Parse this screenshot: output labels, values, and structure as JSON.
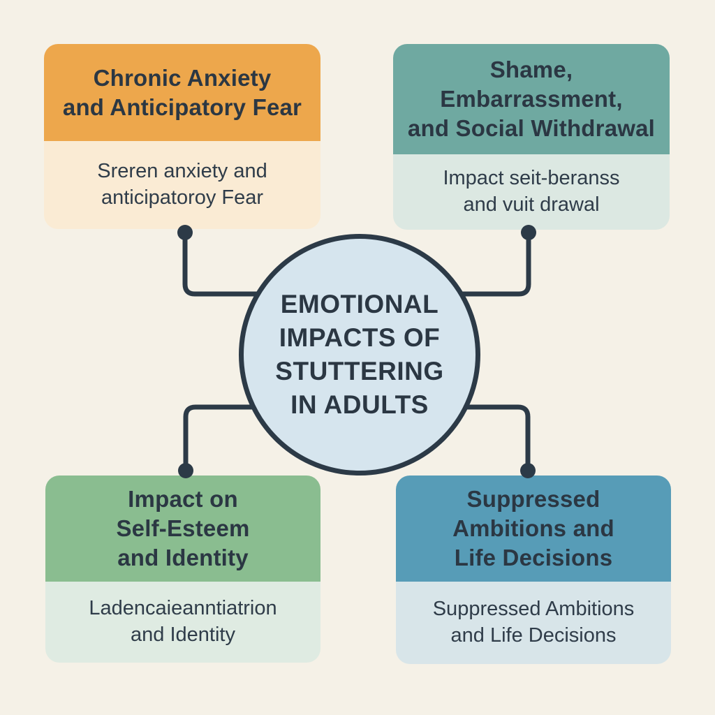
{
  "diagram": {
    "center": {
      "title_lines": [
        "EMOTIONAL",
        "IMPACTS OF",
        "STUTTERING",
        "IN ADULTS"
      ]
    },
    "nodes": [
      {
        "id": "chronic-anxiety",
        "title_lines": [
          "Chronic Anxiety",
          "and Anticipatory Fear"
        ],
        "subtitle_lines": [
          "Sreren anxiety and",
          "anticipatoroy Fear"
        ],
        "header_color": "#EDA74C",
        "body_color": "#FAEBD4"
      },
      {
        "id": "shame-withdrawal",
        "title_lines": [
          "Shame,",
          "Embarrassment,",
          "and Social Withdrawal"
        ],
        "subtitle_lines": [
          "Impact seit-beranss",
          "and vuit drawal"
        ],
        "header_color": "#6FA9A1",
        "body_color": "#DCE8E2"
      },
      {
        "id": "self-esteem-identity",
        "title_lines": [
          "Impact on",
          "Self-Esteem",
          "and Identity"
        ],
        "subtitle_lines": [
          "Ladencaieanntiatrion",
          "and Identity"
        ],
        "header_color": "#8ABD90",
        "body_color": "#DFEBE2"
      },
      {
        "id": "suppressed-ambitions",
        "title_lines": [
          "Suppressed",
          "Ambitions and",
          "Life Decisions"
        ],
        "subtitle_lines": [
          "Suppressed Ambitions",
          "and Life Decisions"
        ],
        "header_color": "#579CB7",
        "body_color": "#D8E5E9"
      }
    ],
    "colors": {
      "background": "#F5F1E7",
      "ink": "#2C3A47",
      "circle_fill": "#D6E5EE",
      "circle_border": "#2C3A47"
    }
  }
}
